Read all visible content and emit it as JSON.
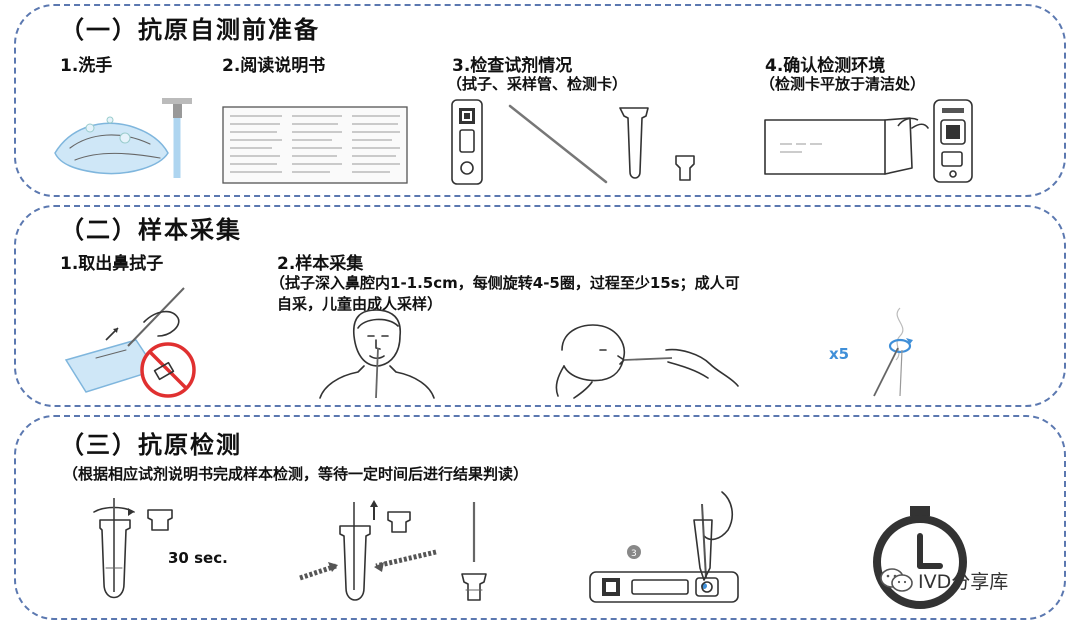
{
  "section1": {
    "title": "（一）抗原自测前准备",
    "steps": [
      {
        "label": "1.洗手"
      },
      {
        "label": "2.阅读说明书"
      },
      {
        "label": "3.检查试剂情况",
        "note": "（拭子、采样管、检测卡）"
      },
      {
        "label": "4.确认检测环境",
        "note": "（检测卡平放于清洁处）"
      }
    ]
  },
  "section2": {
    "title": "（二）样本采集",
    "steps": [
      {
        "label": "1.取出鼻拭子"
      },
      {
        "label": "2.样本采集",
        "note_line1": "（拭子深入鼻腔内1-1.5cm，每侧旋转4-5圈，过程至少15s；成人可",
        "note_line2": "自采，儿童由成人采样）"
      }
    ],
    "rotate_label": "x5"
  },
  "section3": {
    "title": "（三）抗原检测",
    "note": "（根据相应试剂说明书完成样本检测，等待一定时间后进行结果判读）",
    "time_label": "30 sec."
  },
  "watermark": "IVD分享库",
  "colors": {
    "border": "#5b78b0",
    "accent_blue": "#3f8fd8",
    "forbid_red": "#e03030"
  }
}
